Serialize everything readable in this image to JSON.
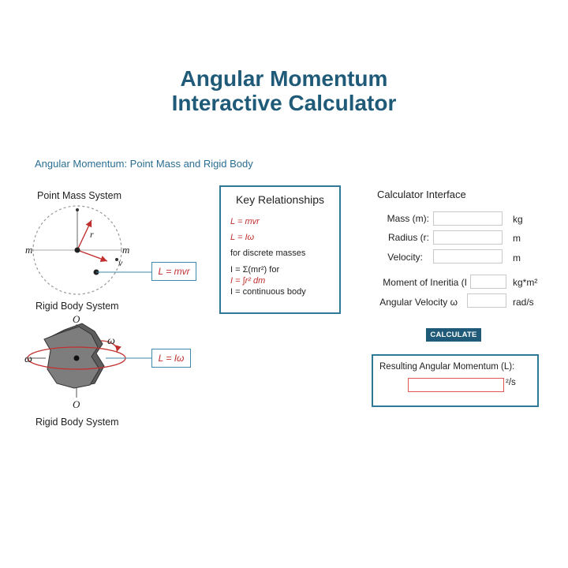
{
  "header": {
    "title_line1": "Angular Momentum",
    "title_line2": "Interactive Calculator",
    "subtitle": "Angular Momentum: Point Mass and Rigid Body"
  },
  "diagrams": {
    "point_mass_label": "Point Mass System",
    "rigid_body_label": "Rigid Body System",
    "rigid_body_caption": "Rigid Body System",
    "labels": {
      "m": "m",
      "r": "r",
      "v": "v",
      "omega": "ω",
      "O": "O"
    },
    "point_mass_eq": "L = mvr",
    "rigid_body_eq": "L = Iω"
  },
  "key_relationships": {
    "title": "Key Relationships",
    "eq1": "L = mvr",
    "eq2": "L = Iω",
    "discrete_label": "for discrete masses",
    "discrete_eq": "I = Σ(mr²) for",
    "continuous_eq": "I = ∫r²  dm",
    "continuous_label": "I = continuous body"
  },
  "calculator": {
    "title": "Calculator Interface",
    "mass_label": "Mass (m):",
    "mass_unit": "kg",
    "radius_label": "Radius (r:",
    "radius_unit": "m",
    "velocity_label": "Velocity:",
    "velocity_unit": "m",
    "inertia_label": "Moment of Ineritia (I",
    "inertia_unit": "kg*m²",
    "angvel_label": "Angular Velocity ω",
    "angvel_unit": "rad/s",
    "calculate_label": "CALCULATE",
    "result_label": "Resulting Angular Momentum (L):",
    "result_unit": "²/s"
  },
  "colors": {
    "title": "#1f5b78",
    "accent_border": "#2f7896",
    "equation_red": "#c22f2f",
    "button_bg": "#1f5b78"
  }
}
